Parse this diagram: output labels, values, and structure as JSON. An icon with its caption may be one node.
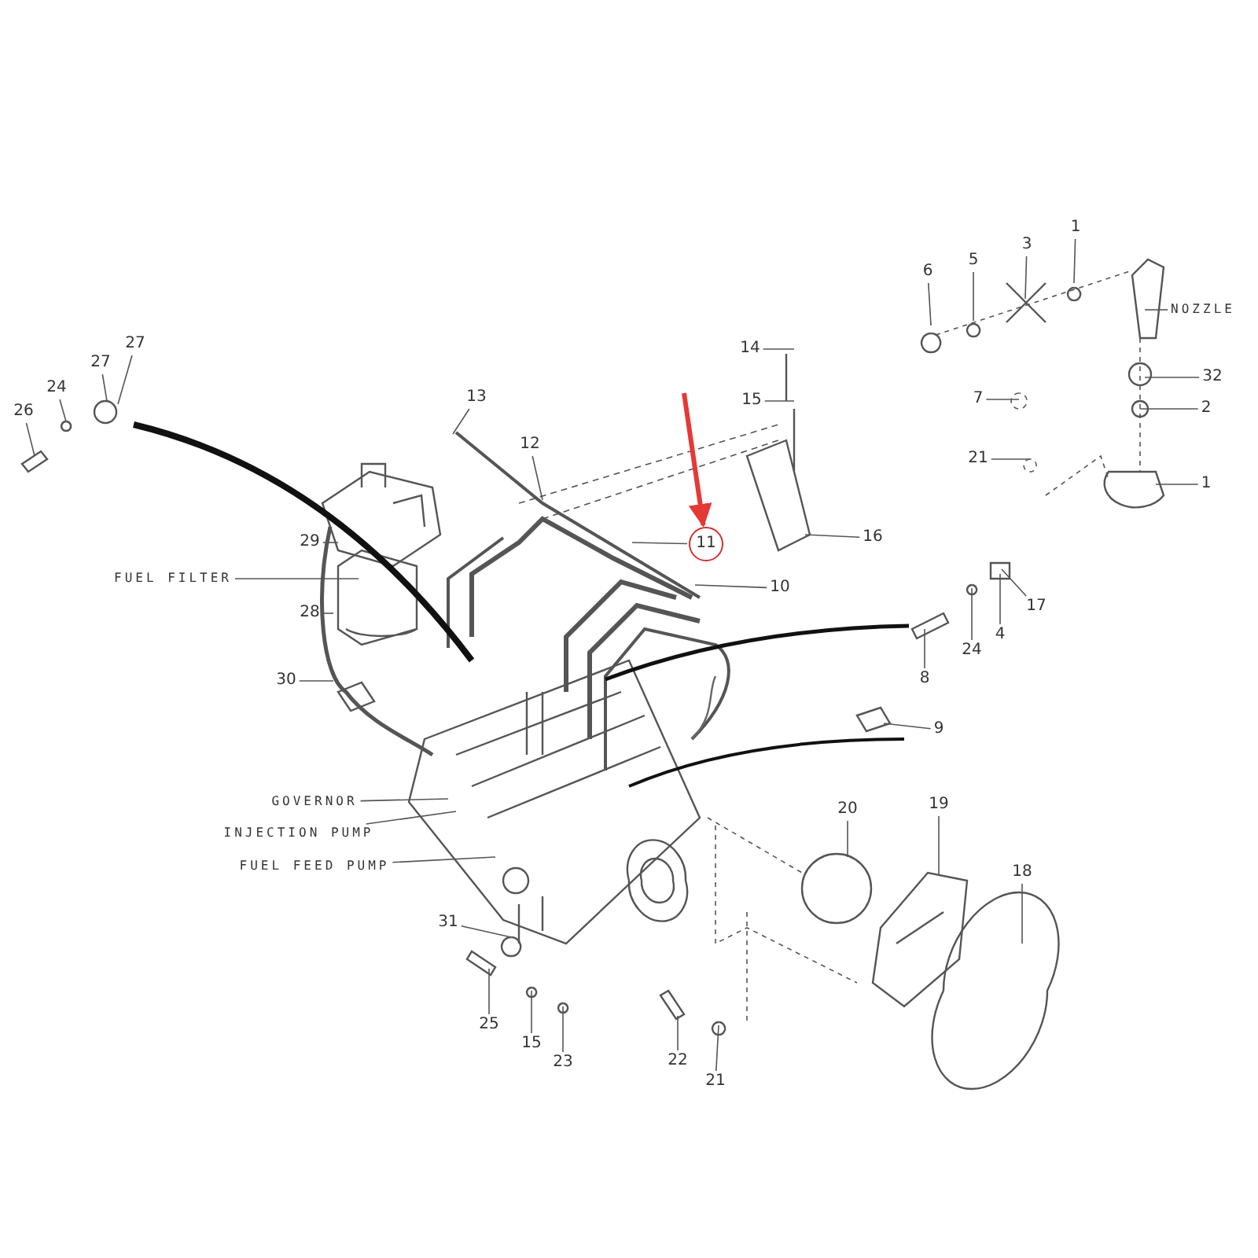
{
  "diagram": {
    "nodes": [
      {
        "text": [
          "26"
        ]
      },
      {
        "text": [
          "24"
        ]
      },
      {
        "text": [
          "27"
        ]
      },
      {
        "text": [
          "27"
        ]
      },
      {
        "text": [
          "13"
        ]
      },
      {
        "text": [
          "12"
        ]
      },
      {
        "text": [
          "14"
        ]
      },
      {
        "text": [
          "15"
        ]
      },
      {
        "text": [
          "16"
        ]
      },
      {
        "text": [
          "11"
        ]
      },
      {
        "text": [
          "10"
        ]
      },
      {
        "text": [
          "6"
        ]
      },
      {
        "text": [
          "5"
        ]
      },
      {
        "text": [
          "3"
        ]
      },
      {
        "text": [
          "1"
        ]
      },
      {
        "text": [
          "NOZZLE"
        ]
      },
      {
        "text": [
          "7"
        ]
      },
      {
        "text": [
          "32"
        ]
      },
      {
        "text": [
          "2"
        ]
      },
      {
        "text": [
          "21"
        ]
      },
      {
        "text": [
          "1"
        ]
      },
      {
        "text": [
          "29"
        ]
      },
      {
        "text": [
          "FUEL FILTER"
        ]
      },
      {
        "text": [
          "28"
        ]
      },
      {
        "text": [
          "30"
        ]
      },
      {
        "text": [
          "17"
        ]
      },
      {
        "text": [
          "4"
        ]
      },
      {
        "text": [
          "24"
        ]
      },
      {
        "text": [
          "8"
        ]
      },
      {
        "text": [
          "9"
        ]
      },
      {
        "text": [
          "GOVERNOR"
        ]
      },
      {
        "text": [
          "INJECTION PUMP"
        ]
      },
      {
        "text": [
          "FUEL FEED PUMP"
        ]
      },
      {
        "text": [
          "31"
        ]
      },
      {
        "text": [
          "25"
        ]
      },
      {
        "text": [
          "15"
        ]
      },
      {
        "text": [
          "23"
        ]
      },
      {
        "text": [
          "22"
        ]
      },
      {
        "text": [
          "21"
        ]
      },
      {
        "text": [
          "20"
        ]
      },
      {
        "text": [
          "19"
        ]
      },
      {
        "text": [
          "18"
        ]
      }
    ],
    "edges": [
      {
        "from": 0,
        "to": null,
        "arrow": "none"
      },
      {
        "from": 1,
        "to": null,
        "arrow": "none"
      },
      {
        "from": 2,
        "to": null,
        "arrow": "none"
      },
      {
        "from": 3,
        "to": null,
        "arrow": "none"
      },
      {
        "from": 4,
        "to": null,
        "arrow": "none"
      },
      {
        "from": 5,
        "to": null,
        "arrow": "none"
      },
      {
        "from": 6,
        "to": null,
        "arrow": "none"
      },
      {
        "from": 7,
        "to": null,
        "arrow": "none"
      },
      {
        "from": 8,
        "to": null,
        "arrow": "none"
      },
      {
        "from": 9,
        "to": null,
        "arrow": "none"
      },
      {
        "from": 10,
        "to": null,
        "arrow": "none"
      },
      {
        "from": 11,
        "to": null,
        "arrow": "none"
      },
      {
        "from": 12,
        "to": null,
        "arrow": "none"
      },
      {
        "from": 13,
        "to": null,
        "arrow": "none"
      },
      {
        "from": 14,
        "to": null,
        "arrow": "none"
      },
      {
        "from": 15,
        "to": null,
        "arrow": "none"
      },
      {
        "from": 16,
        "to": null,
        "arrow": "none"
      },
      {
        "from": 17,
        "to": null,
        "arrow": "none"
      },
      {
        "from": 18,
        "to": null,
        "arrow": "none"
      },
      {
        "from": 19,
        "to": null,
        "arrow": "none"
      },
      {
        "from": 20,
        "to": null,
        "arrow": "none"
      },
      {
        "from": 21,
        "to": null,
        "arrow": "none"
      },
      {
        "from": 22,
        "to": null,
        "arrow": "none"
      },
      {
        "from": 23,
        "to": null,
        "arrow": "none"
      },
      {
        "from": 24,
        "to": null,
        "arrow": "none"
      },
      {
        "from": 25,
        "to": null,
        "arrow": "none"
      },
      {
        "from": 26,
        "to": null,
        "arrow": "none"
      },
      {
        "from": 27,
        "to": null,
        "arrow": "none"
      },
      {
        "from": 28,
        "to": null,
        "arrow": "none"
      },
      {
        "from": 29,
        "to": null,
        "arrow": "none"
      },
      {
        "from": 30,
        "to": null,
        "arrow": "none"
      },
      {
        "from": 31,
        "to": null,
        "arrow": "none"
      },
      {
        "from": 32,
        "to": null,
        "arrow": "none"
      },
      {
        "from": 33,
        "to": null,
        "arrow": "none"
      },
      {
        "from": 34,
        "to": null,
        "arrow": "none"
      },
      {
        "from": 35,
        "to": null,
        "arrow": "none"
      },
      {
        "from": 36,
        "to": null,
        "arrow": "none"
      },
      {
        "from": 37,
        "to": null,
        "arrow": "none"
      },
      {
        "from": 38,
        "to": null,
        "arrow": "none"
      },
      {
        "from": 39,
        "to": null,
        "arrow": "none"
      },
      {
        "from": 40,
        "to": null,
        "arrow": "none"
      },
      {
        "from": 41,
        "to": null,
        "arrow": "none"
      },
      {
        "from": null,
        "to": 9,
        "arrow": "to",
        "style": "thick",
        "color": "#e53935"
      }
    ]
  }
}
